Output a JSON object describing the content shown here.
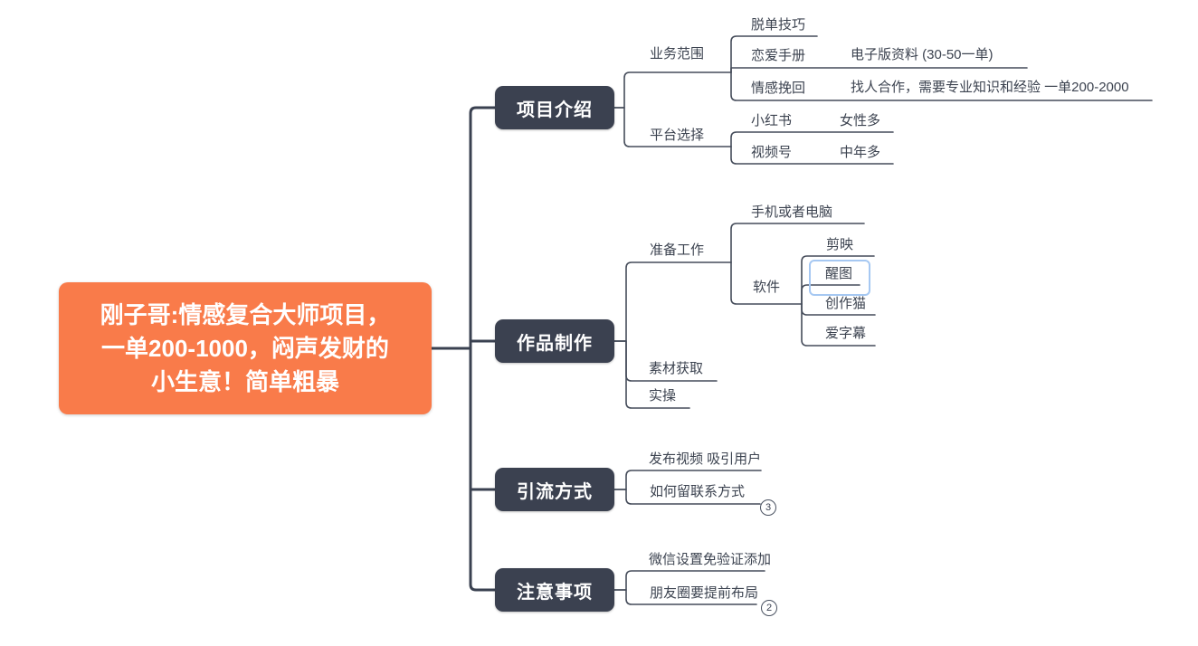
{
  "colors": {
    "root_background": "#f97b4a",
    "main_topic_background": "#3b4150",
    "branch_line": "#454c5a",
    "text": "#3c4350",
    "selection_border": "#a6c8f2",
    "canvas_background": "#ffffff"
  },
  "mindmap": {
    "root_topic": {
      "label": "刚子哥:情感复合大师项目，\n一单200-1000，闷声发财的\n小生意！简单粗暴"
    },
    "branches": [
      {
        "label": "项目介绍",
        "children": [
          {
            "label": "业务范围",
            "children": [
              {
                "label": "脱单技巧"
              },
              {
                "label": "恋爱手册",
                "children": [
                  {
                    "label": "电子版资料 (30-50一单)"
                  }
                ]
              },
              {
                "label": "情感挽回",
                "children": [
                  {
                    "label": "找人合作，需要专业知识和经验 一单200-2000"
                  }
                ]
              }
            ]
          },
          {
            "label": "平台选择",
            "children": [
              {
                "label": "小红书",
                "children": [
                  {
                    "label": "女性多"
                  }
                ]
              },
              {
                "label": "视频号",
                "children": [
                  {
                    "label": "中年多"
                  }
                ]
              }
            ]
          }
        ]
      },
      {
        "label": "作品制作",
        "children": [
          {
            "label": "准备工作",
            "children": [
              {
                "label": "手机或者电脑"
              },
              {
                "label": "软件",
                "children": [
                  {
                    "label": "剪映"
                  },
                  {
                    "label": "醒图",
                    "selected": true
                  },
                  {
                    "label": "创作猫"
                  },
                  {
                    "label": "爱字幕"
                  }
                ]
              }
            ]
          },
          {
            "label": "素材获取"
          },
          {
            "label": "实操"
          }
        ]
      },
      {
        "label": "引流方式",
        "children": [
          {
            "label": "发布视频 吸引用户"
          },
          {
            "label": "如何留联系方式",
            "badge": "3"
          }
        ]
      },
      {
        "label": "注意事项",
        "children": [
          {
            "label": "微信设置免验证添加"
          },
          {
            "label": "朋友圈要提前布局",
            "badge": "2"
          }
        ]
      }
    ]
  }
}
